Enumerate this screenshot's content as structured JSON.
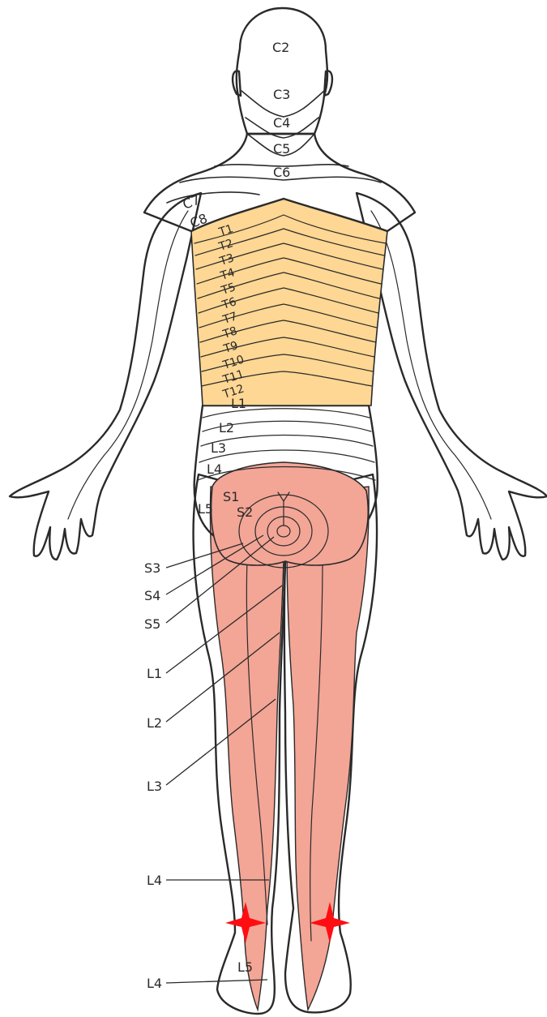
{
  "colors": {
    "cervical": "#a8e8c4",
    "thoracic": "#fdd793",
    "lumbar": "#b9cdf1",
    "sacral": "#f3a596",
    "marker": "#ff0d12",
    "outline": "#2a2a2a"
  },
  "labels": {
    "c2": "C2",
    "c3": "C3",
    "c4": "C4",
    "c5": "C5",
    "c6": "C6",
    "c7": "C7",
    "c8": "C8",
    "t1": "T1",
    "t2": "T2",
    "t3": "T3",
    "t4": "T4",
    "t5": "T5",
    "t6": "T6",
    "t7": "T7",
    "t8": "T8",
    "t9": "T9",
    "t10": "T10",
    "t11": "T11",
    "t12": "T12",
    "l1": "L1",
    "l2": "L2",
    "l3": "L3",
    "l4": "L4",
    "l5": "L5",
    "s1": "S1",
    "s2": "S2",
    "callout_s3": "S3",
    "callout_s4": "S4",
    "callout_s5": "S5",
    "callout_l1": "L1",
    "callout_l2": "L2",
    "callout_l3": "L3",
    "callout_l4_upper": "L4",
    "callout_l4_lower": "L4",
    "foot_l5": "L5"
  },
  "markers": [
    {
      "name": "left-heel-marker-icon",
      "icon": "red-four-point-star"
    },
    {
      "name": "right-heel-marker-icon",
      "icon": "red-four-point-star"
    }
  ]
}
